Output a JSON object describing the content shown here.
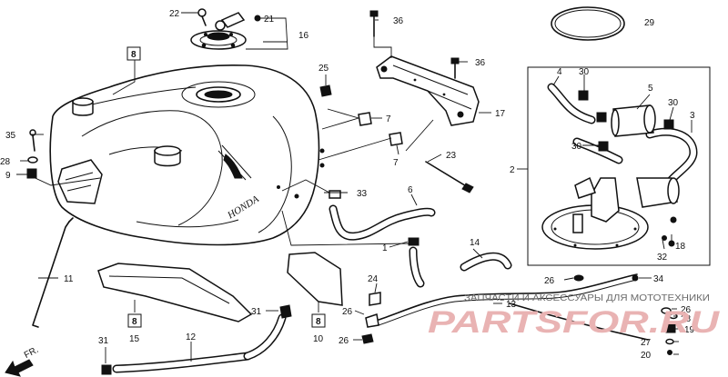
{
  "callouts": [
    {
      "id": "c22",
      "text": "22"
    },
    {
      "id": "c21",
      "text": "21"
    },
    {
      "id": "c16",
      "text": "16"
    },
    {
      "id": "c8a",
      "text": "8"
    },
    {
      "id": "c36a",
      "text": "36"
    },
    {
      "id": "c36b",
      "text": "36"
    },
    {
      "id": "c29",
      "text": "29"
    },
    {
      "id": "c25",
      "text": "25"
    },
    {
      "id": "c7a",
      "text": "7"
    },
    {
      "id": "c7b",
      "text": "7"
    },
    {
      "id": "c17",
      "text": "17"
    },
    {
      "id": "c35",
      "text": "35"
    },
    {
      "id": "c28a",
      "text": "28"
    },
    {
      "id": "c9",
      "text": "9"
    },
    {
      "id": "c23",
      "text": "23"
    },
    {
      "id": "c33",
      "text": "33"
    },
    {
      "id": "c6",
      "text": "6"
    },
    {
      "id": "c4",
      "text": "4"
    },
    {
      "id": "c30a",
      "text": "30"
    },
    {
      "id": "c5",
      "text": "5"
    },
    {
      "id": "c30b",
      "text": "30"
    },
    {
      "id": "c3",
      "text": "3"
    },
    {
      "id": "c30c",
      "text": "30"
    },
    {
      "id": "c2",
      "text": "2"
    },
    {
      "id": "c11",
      "text": "11"
    },
    {
      "id": "c1",
      "text": "1"
    },
    {
      "id": "c14",
      "text": "14"
    },
    {
      "id": "c32",
      "text": "32"
    },
    {
      "id": "c18",
      "text": "18"
    },
    {
      "id": "c24",
      "text": "24"
    },
    {
      "id": "c26a",
      "text": "26"
    },
    {
      "id": "c34",
      "text": "34"
    },
    {
      "id": "c13",
      "text": "13"
    },
    {
      "id": "c26b",
      "text": "26"
    },
    {
      "id": "c26c",
      "text": "26"
    },
    {
      "id": "c26d",
      "text": "26"
    },
    {
      "id": "c19",
      "text": "19"
    },
    {
      "id": "c28b",
      "text": "28"
    },
    {
      "id": "c27",
      "text": "27"
    },
    {
      "id": "c20",
      "text": "20"
    },
    {
      "id": "c31a",
      "text": "31"
    },
    {
      "id": "c8b",
      "text": "8"
    },
    {
      "id": "c15",
      "text": "15"
    },
    {
      "id": "c8c",
      "text": "8"
    },
    {
      "id": "c10",
      "text": "10"
    },
    {
      "id": "c12",
      "text": "12"
    },
    {
      "id": "c31b",
      "text": "31"
    }
  ],
  "brand_mark": "HONDA",
  "direction_label": "FR.",
  "watermark": {
    "line1": "ЗАПЧАСТИ И АКСЕССУАРЫ ДЛЯ МОТОТЕХНИКИ",
    "logo": "PARTSFOR.RU"
  }
}
